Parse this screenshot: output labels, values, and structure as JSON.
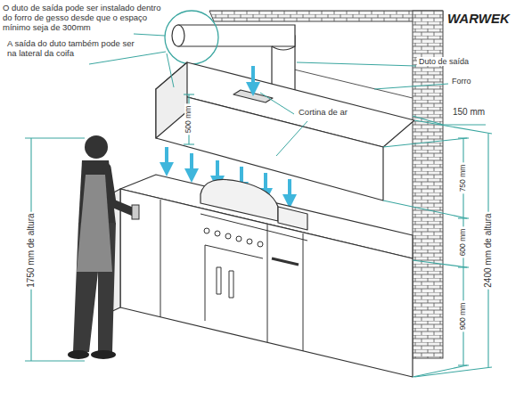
{
  "diagram": {
    "labels": [
      "O duto de saída pode ser instalado dentro do forro de gesso desde que o espaço mínimo seja de 300mm",
      "A saída do duto também pode ser na lateral da coifa",
      "WARWEK",
      "Duto de saída",
      "Forro",
      "Cortina de ar",
      "150 mm",
      "500 mm",
      "750 mm",
      "600 mm",
      "900 mm",
      "2400 mm de altura",
      "1750 mm de altura"
    ]
  }
}
